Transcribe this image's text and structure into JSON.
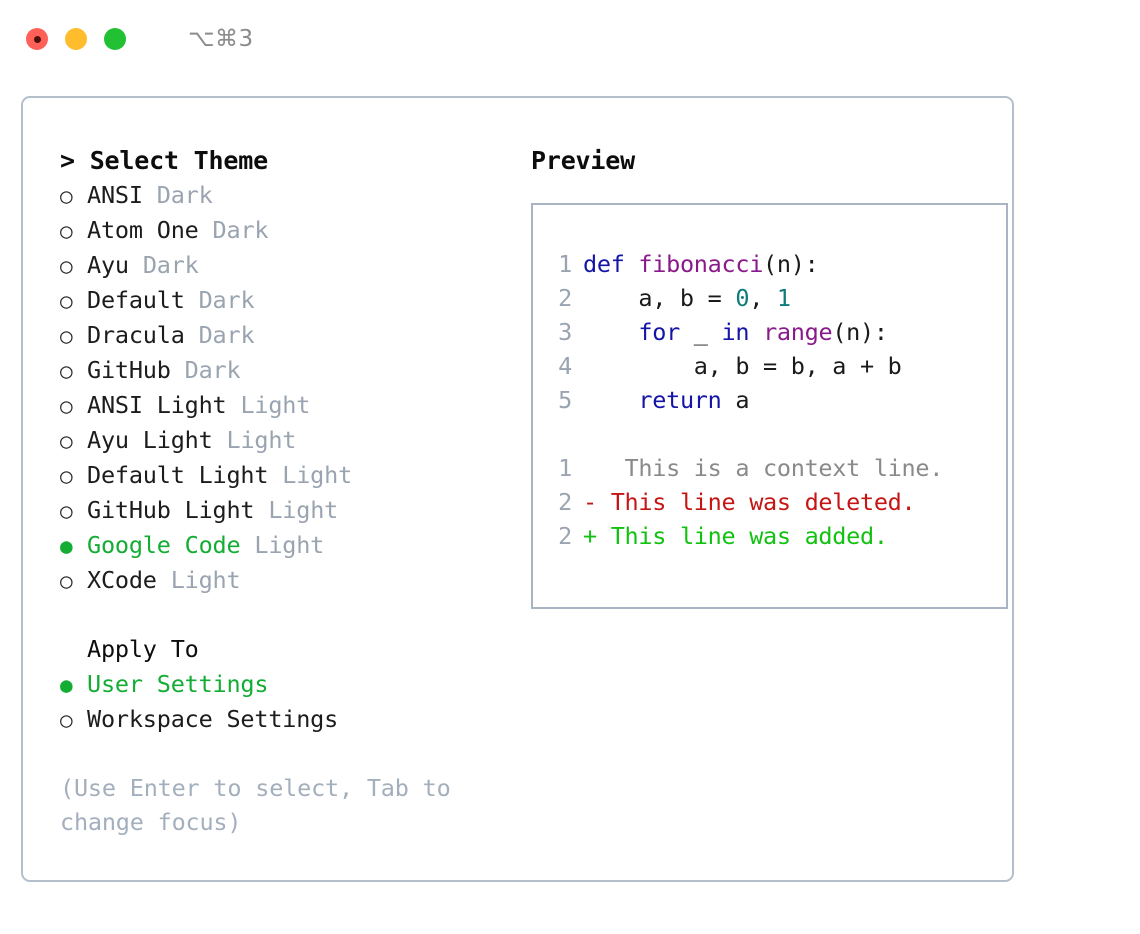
{
  "window": {
    "traffic_lights": [
      "close-button",
      "minimize-button",
      "maximize-button"
    ],
    "shortcut": "⌥⌘3"
  },
  "colors": {
    "selected_green": "#14ad34",
    "muted_gray": "#9aa4b0",
    "hint_gray": "#a4afbd",
    "border": "#b4bfcc",
    "code_border": "#a9b5c4",
    "keyword": "#1414a8",
    "function": "#8a1a8a",
    "number": "#0f7b7b",
    "diff_context": "#8a8a8a",
    "diff_deleted": "#c51616",
    "diff_added": "#11c211",
    "traffic_red": "#ff6159",
    "traffic_yellow": "#ffbd2e",
    "traffic_green": "#21c133"
  },
  "theme_section": {
    "header": "> Select Theme",
    "markers": {
      "selected": "●",
      "unselected": "○",
      "cursor": ">"
    },
    "items": [
      {
        "marker": "○",
        "name": "ANSI",
        "kind": "Dark",
        "selected": false
      },
      {
        "marker": "○",
        "name": "Atom One",
        "kind": "Dark",
        "selected": false
      },
      {
        "marker": "○",
        "name": "Ayu",
        "kind": "Dark",
        "selected": false
      },
      {
        "marker": "○",
        "name": "Default",
        "kind": "Dark",
        "selected": false
      },
      {
        "marker": "○",
        "name": "Dracula",
        "kind": "Dark",
        "selected": false
      },
      {
        "marker": "○",
        "name": "GitHub",
        "kind": "Dark",
        "selected": false
      },
      {
        "marker": "○",
        "name": "ANSI Light",
        "kind": "Light",
        "selected": false
      },
      {
        "marker": "○",
        "name": "Ayu Light",
        "kind": "Light",
        "selected": false
      },
      {
        "marker": "○",
        "name": "Default Light",
        "kind": "Light",
        "selected": false
      },
      {
        "marker": "○",
        "name": "GitHub Light",
        "kind": "Light",
        "selected": false
      },
      {
        "marker": "●",
        "name": "Google Code",
        "kind": "Light",
        "selected": true
      },
      {
        "marker": "○",
        "name": "XCode",
        "kind": "Light",
        "selected": false
      }
    ]
  },
  "apply_section": {
    "header": "Apply To",
    "items": [
      {
        "marker": "●",
        "name": "User Settings",
        "selected": true
      },
      {
        "marker": "○",
        "name": "Workspace Settings",
        "selected": false
      }
    ]
  },
  "hint": "(Use Enter to select, Tab to change focus)",
  "preview": {
    "header": "Preview",
    "code_lines": [
      {
        "number": "1",
        "tokens": [
          {
            "t": "def ",
            "c": "kw"
          },
          {
            "t": "fibonacci",
            "c": "fn"
          },
          {
            "t": "(n):",
            "c": "pl"
          }
        ]
      },
      {
        "number": "2",
        "tokens": [
          {
            "t": "    a, b = ",
            "c": "pl"
          },
          {
            "t": "0",
            "c": "num"
          },
          {
            "t": ", ",
            "c": "pl"
          },
          {
            "t": "1",
            "c": "num"
          }
        ]
      },
      {
        "number": "3",
        "tokens": [
          {
            "t": "    ",
            "c": "pl"
          },
          {
            "t": "for",
            "c": "kw"
          },
          {
            "t": " _ ",
            "c": "pl"
          },
          {
            "t": "in",
            "c": "kw"
          },
          {
            "t": " ",
            "c": "pl"
          },
          {
            "t": "range",
            "c": "fn"
          },
          {
            "t": "(n):",
            "c": "pl"
          }
        ]
      },
      {
        "number": "4",
        "tokens": [
          {
            "t": "        a, b = b, a + b",
            "c": "pl"
          }
        ]
      },
      {
        "number": "5",
        "tokens": [
          {
            "t": "    ",
            "c": "pl"
          },
          {
            "t": "return",
            "c": "kw"
          },
          {
            "t": " a",
            "c": "pl"
          }
        ]
      }
    ],
    "diff_lines": [
      {
        "number": "1",
        "marker": " ",
        "text": "  This is a context line.",
        "kind": "ctx"
      },
      {
        "number": "2",
        "marker": "-",
        "text": " This line was deleted.",
        "kind": "del"
      },
      {
        "number": "2",
        "marker": "+",
        "text": " This line was added.",
        "kind": "add"
      }
    ]
  }
}
